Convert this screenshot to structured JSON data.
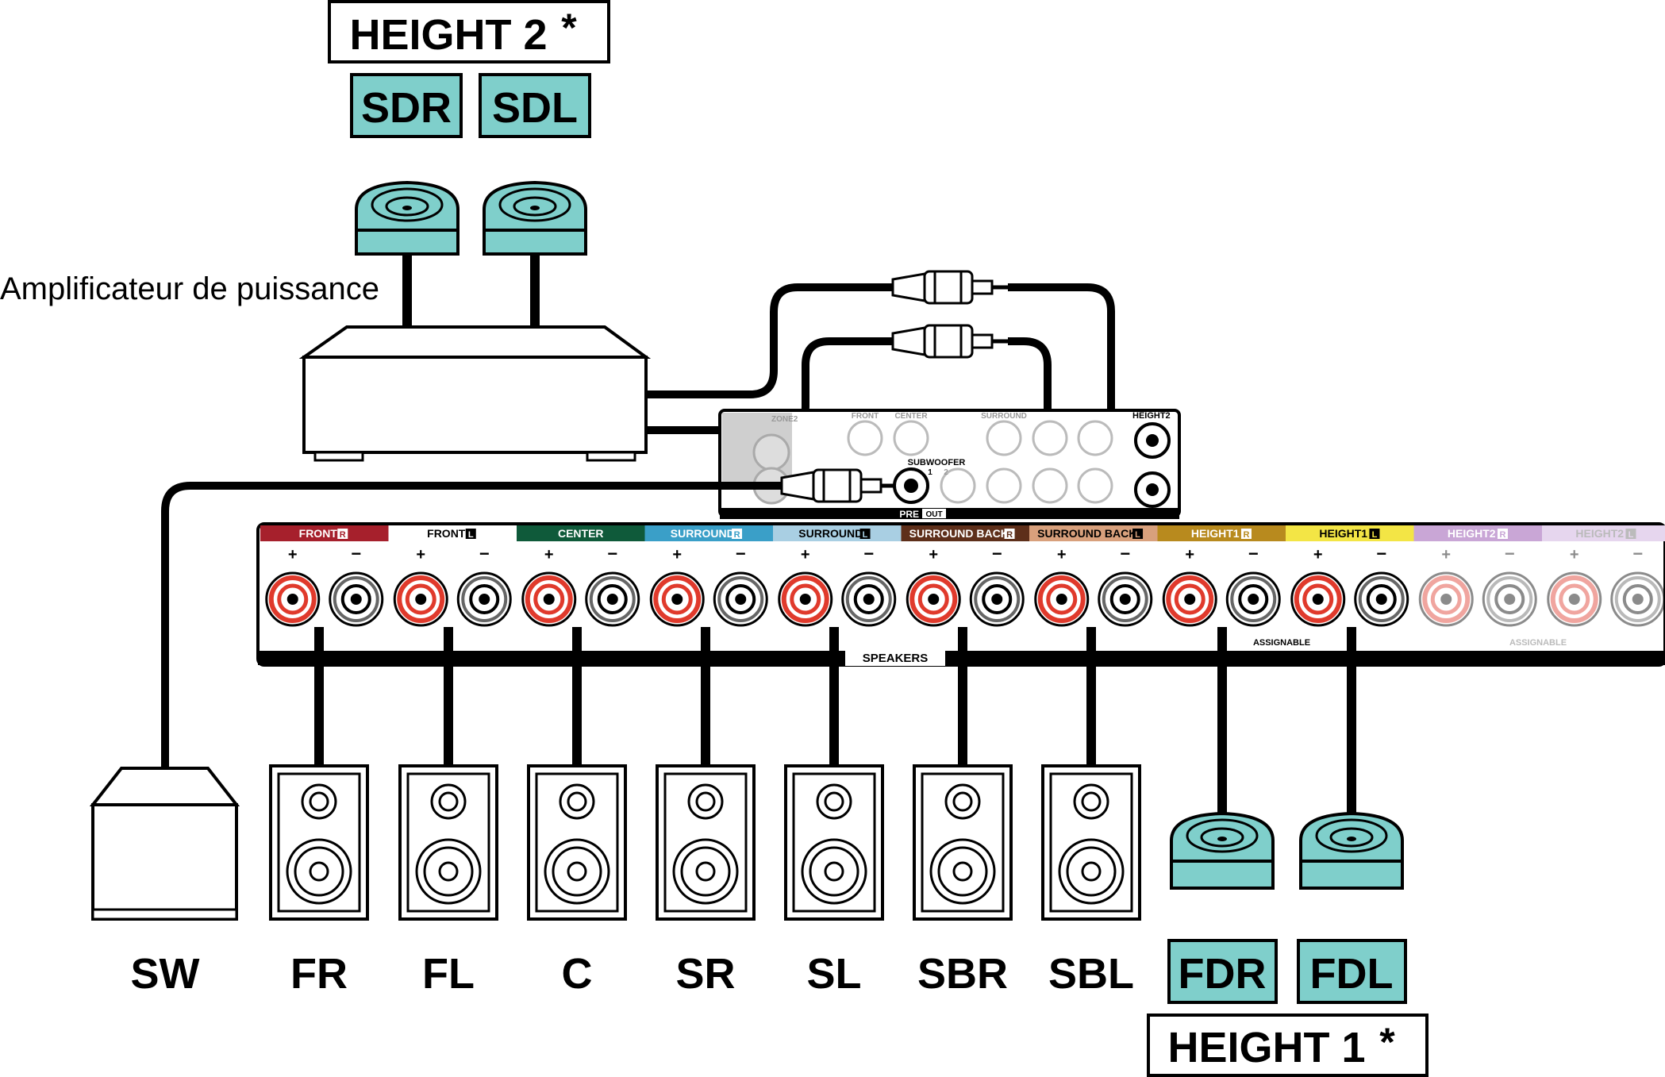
{
  "height2": {
    "title": "HEIGHT 2",
    "asterisk": "*",
    "right_tag": "SDR",
    "left_tag": "SDL"
  },
  "height1": {
    "title": "HEIGHT 1",
    "asterisk": "*",
    "right_tag": "FDR",
    "left_tag": "FDL"
  },
  "amplifier_label": "Amplificateur de puissance",
  "receiver": {
    "zone2": "ZONE2",
    "front": "FRONT",
    "center": "CENTER",
    "surround": "SURROUND",
    "surround_back": "SURROUND BACK",
    "height1": "HEIGHT1",
    "height2": "HEIGHT2",
    "subwoofer": "SUBWOOFER",
    "sub_ch1": "1",
    "sub_ch2": "2",
    "pre": "PRE",
    "out": "OUT",
    "speakers": "SPEAKERS",
    "assignable": "ASSIGNABLE",
    "plus": "+",
    "minus": "−",
    "terminals": [
      {
        "label": "FRONT",
        "side": "R",
        "color": "#a6202c",
        "dim": false
      },
      {
        "label": "FRONT",
        "side": "L",
        "color": "#ffffff",
        "dim": false
      },
      {
        "label": "CENTER",
        "side": "",
        "color": "#0f5a3a",
        "dim": false
      },
      {
        "label": "SURROUND",
        "side": "R",
        "color": "#3a9fc8",
        "dim": false
      },
      {
        "label": "SURROUND",
        "side": "L",
        "color": "#a9cfe3",
        "dim": false
      },
      {
        "label": "SURROUND BACK",
        "side": "R",
        "color": "#5e2f1a",
        "dim": false
      },
      {
        "label": "SURROUND BACK",
        "side": "L",
        "color": "#d8a07c",
        "dim": false
      },
      {
        "label": "HEIGHT1",
        "side": "R",
        "color": "#b88a1e",
        "dim": false
      },
      {
        "label": "HEIGHT1",
        "side": "L",
        "color": "#f3e545",
        "dim": false
      },
      {
        "label": "HEIGHT2",
        "side": "R",
        "color": "#c9a6d6",
        "dim": true
      },
      {
        "label": "HEIGHT2",
        "side": "L",
        "color": "#e6d6ee",
        "dim": true
      }
    ]
  },
  "speakers": [
    {
      "label": "SW",
      "type": "subwoofer"
    },
    {
      "label": "FR",
      "type": "floor"
    },
    {
      "label": "FL",
      "type": "floor"
    },
    {
      "label": "C",
      "type": "floor"
    },
    {
      "label": "SR",
      "type": "floor"
    },
    {
      "label": "SL",
      "type": "floor"
    },
    {
      "label": "SBR",
      "type": "floor"
    },
    {
      "label": "SBL",
      "type": "floor"
    }
  ],
  "colors": {
    "dolby_teal": "#7fcfcb",
    "terminal_red": "#e03a2c",
    "cable": "#000000"
  }
}
